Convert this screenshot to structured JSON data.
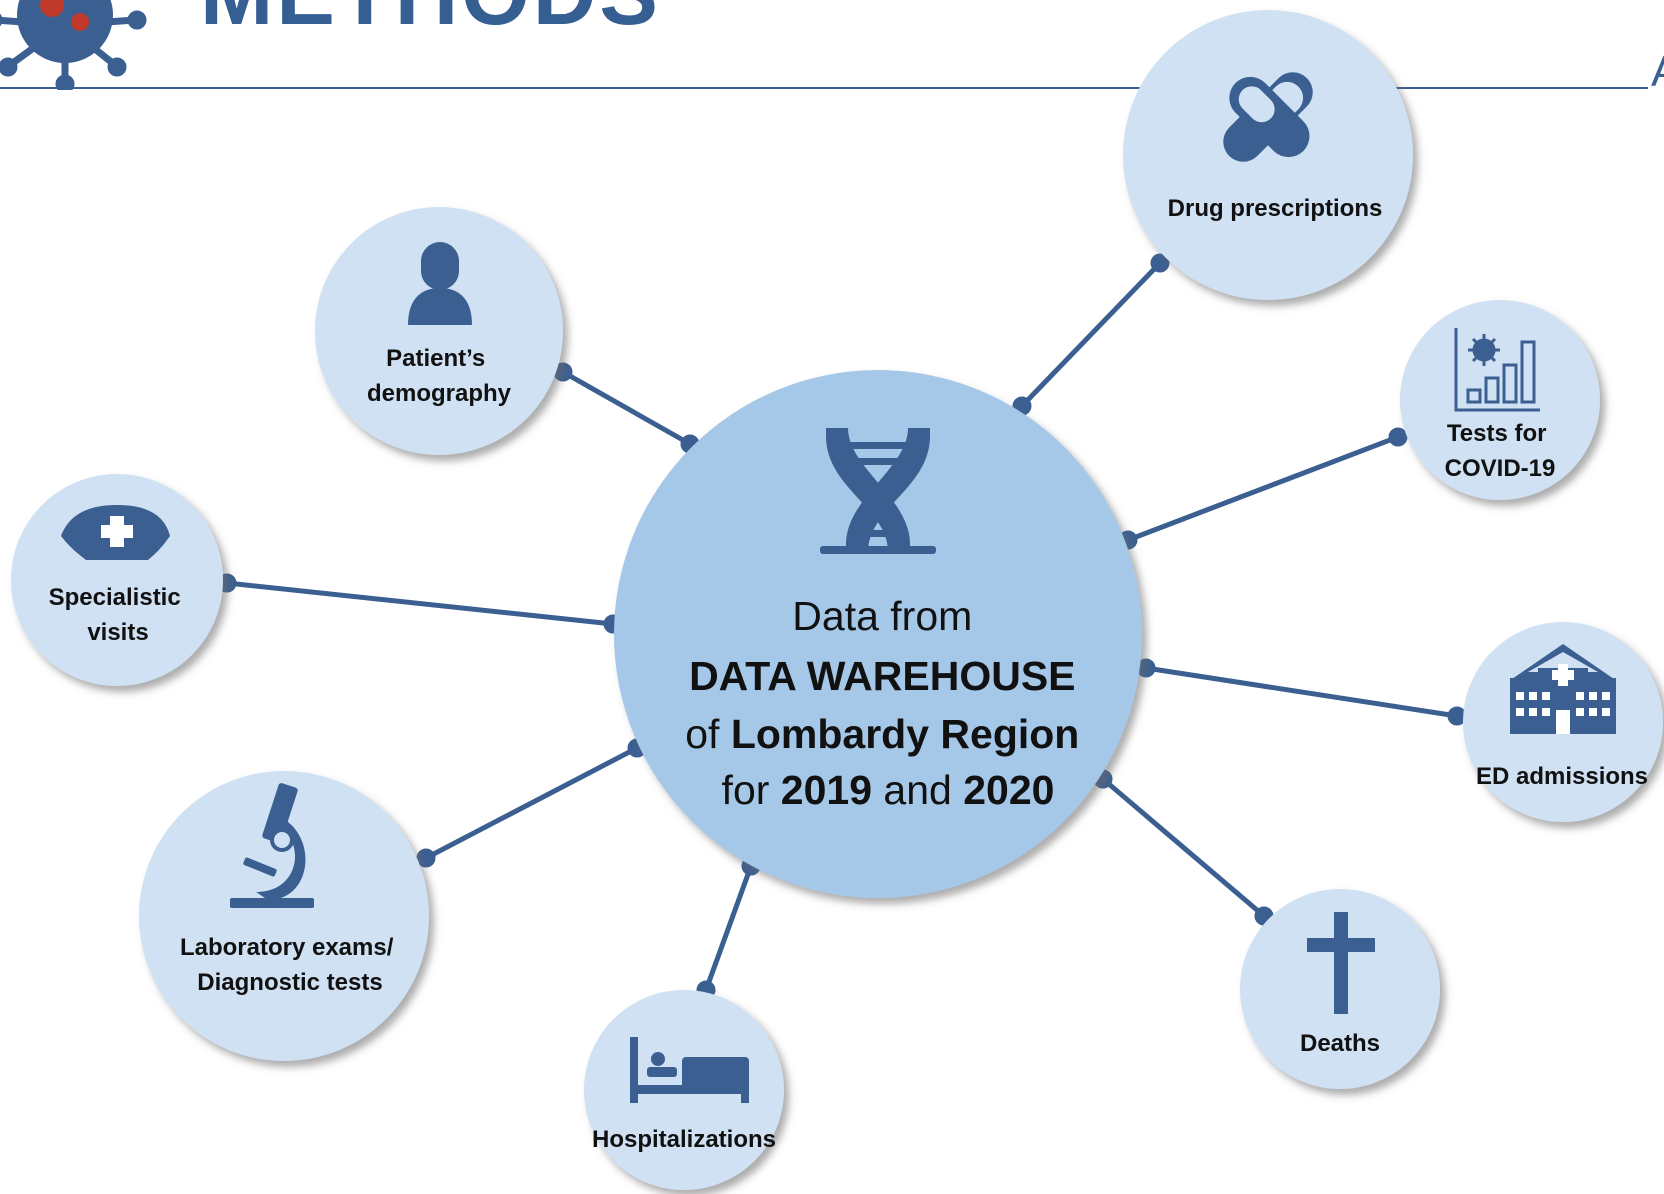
{
  "header": {
    "title": "METHODS",
    "corner_mark": "A"
  },
  "center": {
    "lines": [
      [
        {
          "t": "Data from",
          "b": false
        }
      ],
      [
        {
          "t": "DATA WAREHOUSE",
          "b": true
        }
      ],
      [
        {
          "t": "of ",
          "b": false
        },
        {
          "t": "Lombardy Region",
          "b": true
        }
      ],
      [
        {
          "t": "for ",
          "b": false
        },
        {
          "t": "2019",
          "b": true
        },
        {
          "t": " and ",
          "b": false
        },
        {
          "t": "2020",
          "b": true
        }
      ]
    ],
    "icon": "dna-icon"
  },
  "sources": [
    {
      "id": "drug-prescriptions",
      "label": [
        "Drug prescriptions"
      ],
      "icon": "pill-capsule-icon"
    },
    {
      "id": "patients-demography",
      "label": [
        "Patient’s",
        "demography"
      ],
      "icon": "person-icon"
    },
    {
      "id": "tests-covid",
      "label": [
        "Tests for",
        "COVID-19"
      ],
      "icon": "virus-bar-chart-icon"
    },
    {
      "id": "specialistic-visits",
      "label": [
        "Specialistic",
        "visits"
      ],
      "icon": "nurse-cap-icon"
    },
    {
      "id": "ed-admissions",
      "label": [
        "ED admissions"
      ],
      "icon": "hospital-building-icon"
    },
    {
      "id": "laboratory-exams",
      "label": [
        "Laboratory exams/",
        "Diagnostic tests"
      ],
      "icon": "microscope-icon"
    },
    {
      "id": "deaths",
      "label": [
        "Deaths"
      ],
      "icon": "cross-icon"
    },
    {
      "id": "hospitalizations",
      "label": [
        "Hospitalizations"
      ],
      "icon": "hospital-bed-icon"
    }
  ],
  "colors": {
    "center_fill": "#a6c8e8",
    "node_fill": "#cfe1f2",
    "connector": "#3b5f91",
    "icon": "#3b5f91",
    "title": "#355f92",
    "logo_virus": "#c0392b"
  }
}
